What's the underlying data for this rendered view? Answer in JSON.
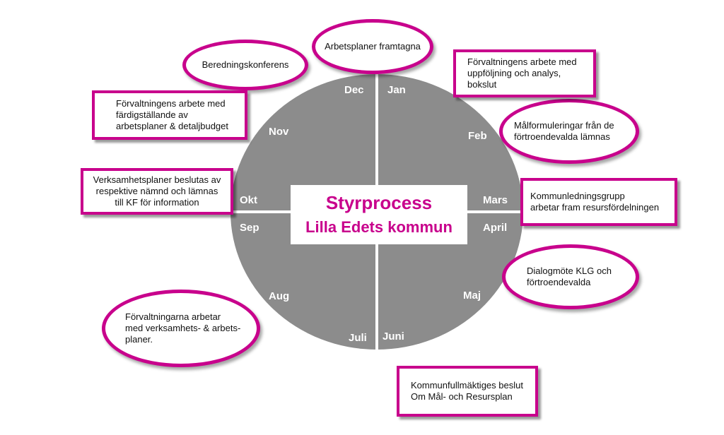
{
  "colors": {
    "accent": "#c8008c",
    "wheel": "#8c8c8c",
    "divider": "#ffffff",
    "text": "#111111"
  },
  "center": {
    "title": "Styrprocess",
    "subtitle": "Lilla Edets kommun"
  },
  "months": [
    "Jan",
    "Feb",
    "Mars",
    "April",
    "Maj",
    "Juni",
    "Juli",
    "Aug",
    "Sep",
    "Okt",
    "Nov",
    "Dec"
  ],
  "events": {
    "arbetsplaner": "Arbetsplaner framtagna",
    "beredning": "Beredningskonferens",
    "forv_uppfoljning": "Förvaltningens arbete med\nuppföljning och analys,\nbokslut",
    "malformuleringar": "Målformuleringar från de\nförtroendevalda lämnas",
    "forv_fardigstallande": "Förvaltningens arbete med\nfärdigställande av\narbetsplaner & detaljbudget",
    "verksamhetsplaner": "Verksamhetsplaner beslutas av\nrespektive nämnd och lämnas\ntill KF för information",
    "kommunledning": "Kommunledningsgrupp\narbetar fram resursfördelningen",
    "dialogmote": "Dialogmöte KLG och\nförtroendevalda",
    "forv_arbetar": "Förvaltningarna arbetar\nmed verksamhets- & arbets-\nplaner.",
    "kf_beslut": "Kommunfullmäktiges beslut\nOm Mål- och Resursplan"
  }
}
